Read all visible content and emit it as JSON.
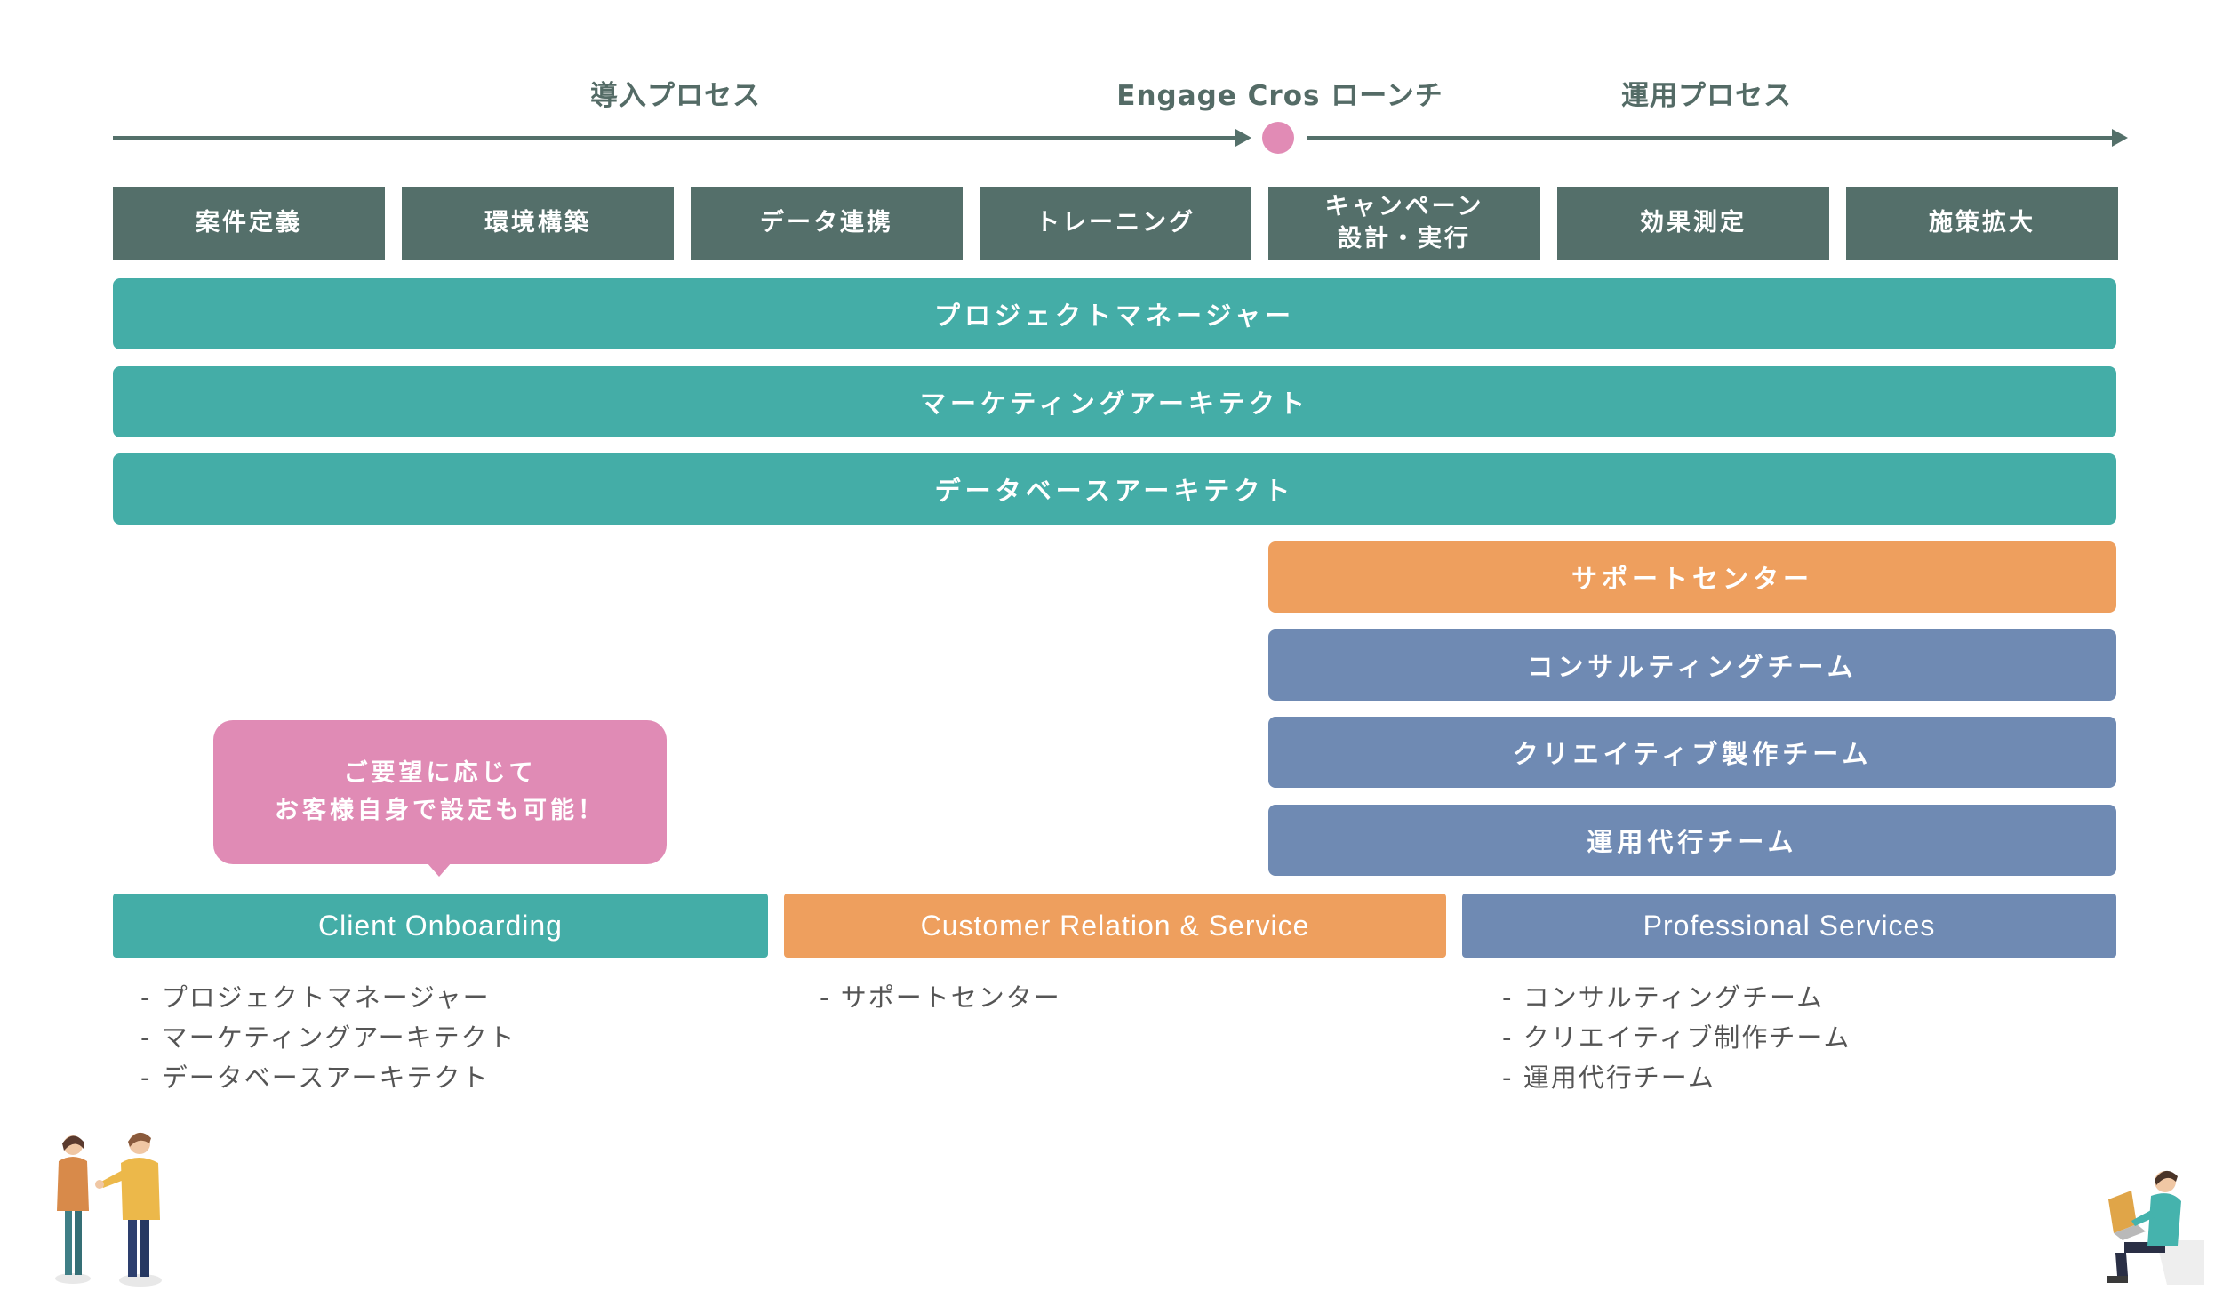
{
  "timeline": {
    "intro_label": "導入プロセス",
    "launch_label": "Engage Cros ローンチ",
    "ops_label": "運用プロセス",
    "steps": [
      {
        "line1": "案件定義",
        "line2": ""
      },
      {
        "line1": "環境構築",
        "line2": ""
      },
      {
        "line1": "データ連携",
        "line2": ""
      },
      {
        "line1": "トレーニング",
        "line2": ""
      },
      {
        "line1": "キャンペーン",
        "line2": "設計・実行"
      },
      {
        "line1": "効果測定",
        "line2": ""
      },
      {
        "line1": "施策拡大",
        "line2": ""
      }
    ]
  },
  "roles": {
    "project_manager": "プロジェクトマネージャー",
    "marketing_architect": "マーケティングアーキテクト",
    "database_architect": "データベースアーキテクト",
    "support_center": "サポートセンター",
    "consulting_team": "コンサルティングチーム",
    "creative_team": "クリエイティブ製作チーム",
    "operations_team": "運用代行チーム"
  },
  "bubble": {
    "line1": "ご要望に応じて",
    "line2": "お客様自身で設定も可能！"
  },
  "categories": {
    "client_onboarding": {
      "title": "Client Onboarding",
      "members": [
        "プロジェクトマネージャー",
        "マーケティングアーキテクト",
        "データベースアーキテクト"
      ]
    },
    "customer_relation": {
      "title": "Customer Relation & Service",
      "members": [
        "サポートセンター"
      ]
    },
    "professional_services": {
      "title": "Professional Services",
      "members": [
        "コンサルティングチーム",
        "クリエイティブ制作チーム",
        "運用代行チーム"
      ]
    }
  },
  "colors": {
    "step_bg": "#546f6a",
    "teal": "#44ada7",
    "orange": "#ee9f5e",
    "blue": "#6f8ab3",
    "pink": "#e08bb5"
  }
}
